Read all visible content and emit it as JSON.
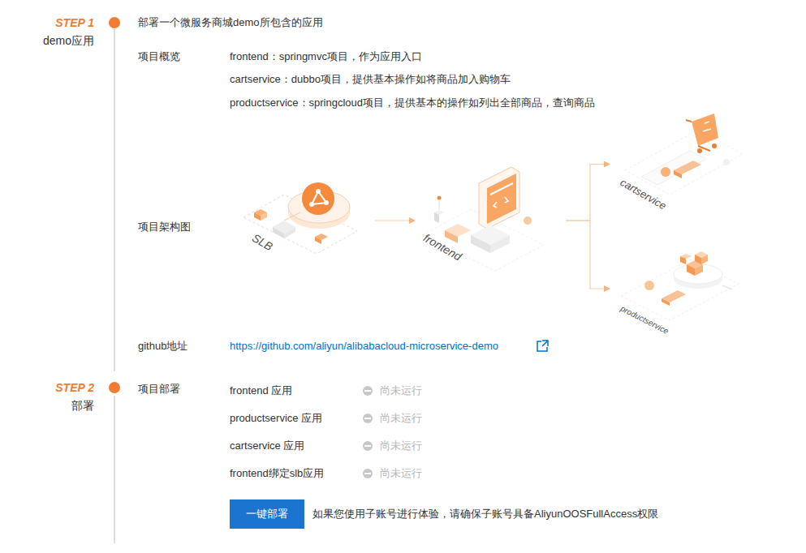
{
  "diagram": {
    "nodes": [
      {
        "text": [
          "SLB"
        ]
      },
      {
        "text": [
          "frontend"
        ]
      },
      {
        "text": [
          "cartservice"
        ]
      },
      {
        "text": [
          "productservice"
        ]
      },
      {
        "text": [
          "一键部署"
        ]
      }
    ],
    "edges": [
      {
        "from": 0,
        "to": 1,
        "arrow": "to"
      },
      {
        "from": 1,
        "to": 2,
        "arrow": "to"
      },
      {
        "from": 1,
        "to": 3,
        "arrow": "to"
      }
    ],
    "labels": [
      "STEP 1",
      "demo应用",
      "部署一个微服务商城demo所包含的应用",
      "项目概览",
      "frontend：springmvc项目，作为应用入口",
      "cartservice：dubbo项目，提供基本操作如将商品加入购物车",
      "productservice：springcloud项目，提供基本的操作如列出全部商品，查询商品",
      "项目架构图",
      "github地址",
      "https://github.com/aliyun/alibabacloud-microservice-demo",
      "STEP 2",
      "部署",
      "项目部署",
      "frontend 应用",
      "尚未运行",
      "productservice 应用",
      "尚未运行",
      "cartservice 应用",
      "尚未运行",
      "frontend绑定slb应用",
      "尚未运行",
      "如果您使用子账号进行体验，请确保子账号具备AliyunOOSFullAccess权限"
    ]
  }
}
